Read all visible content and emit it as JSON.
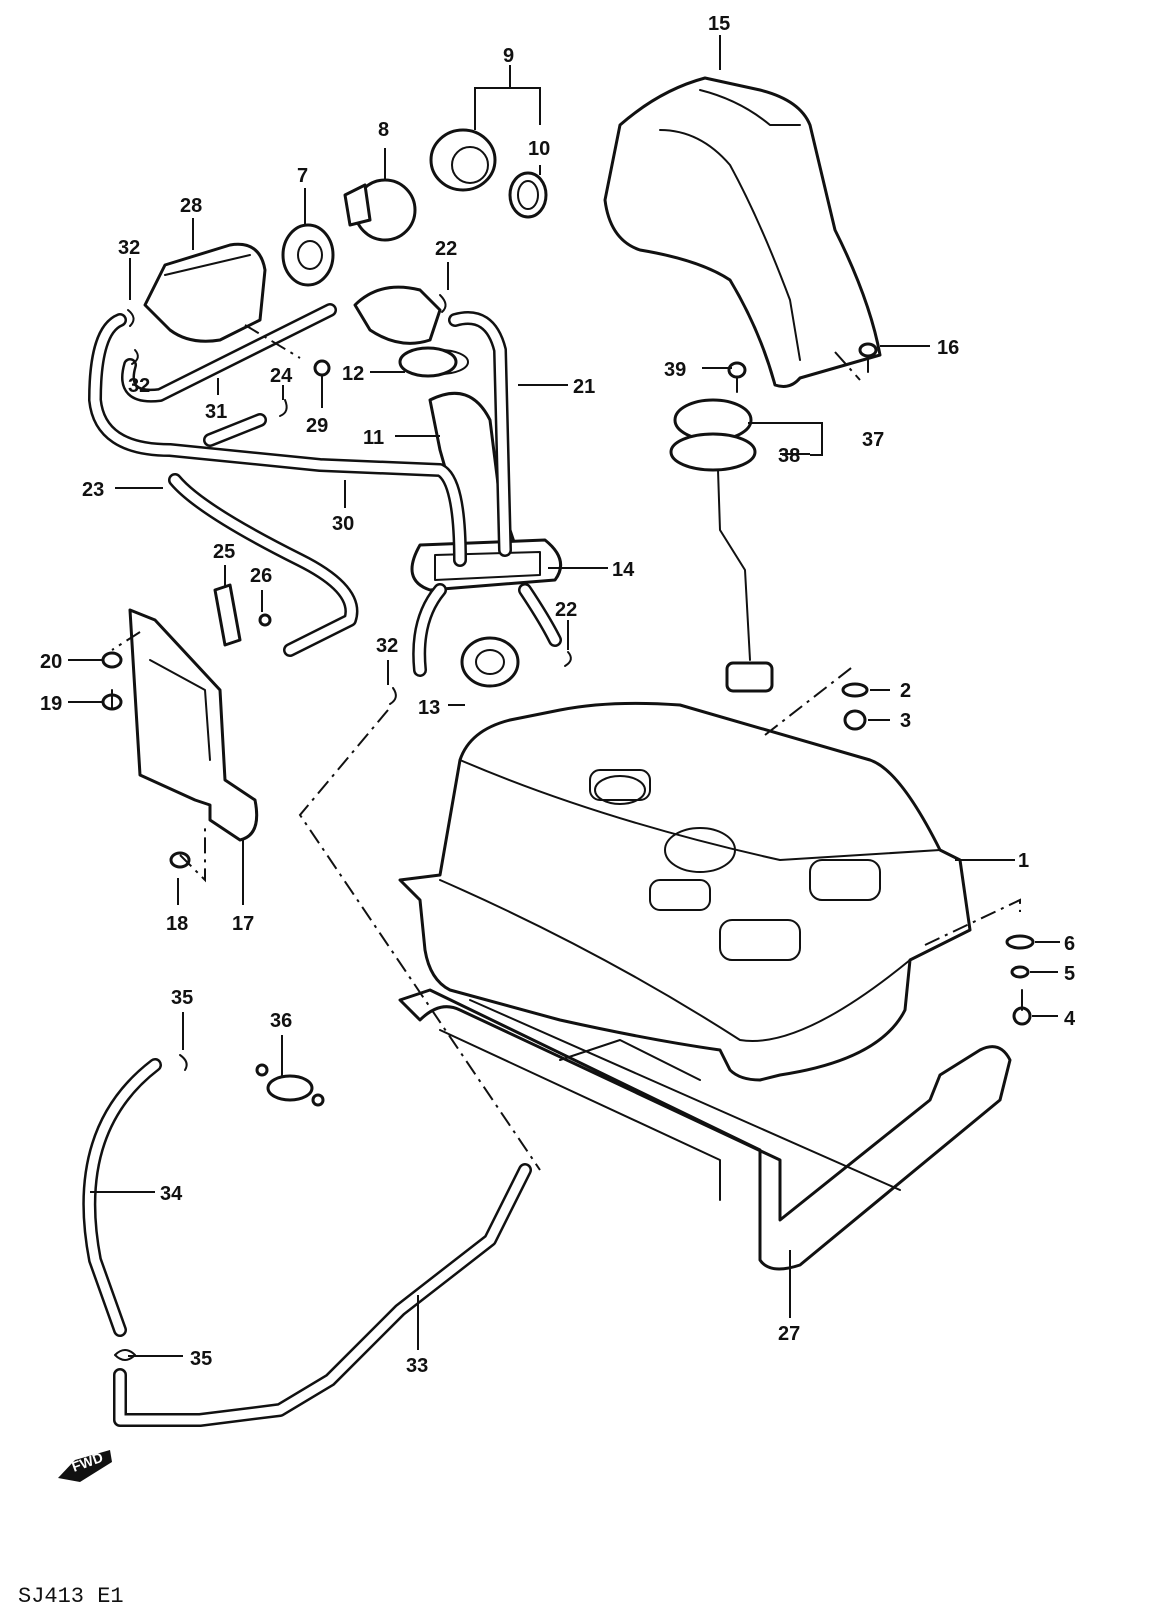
{
  "callouts": [
    "1",
    "2",
    "3",
    "4",
    "5",
    "6",
    "7",
    "8",
    "9",
    "10",
    "11",
    "12",
    "13",
    "14",
    "15",
    "16",
    "17",
    "18",
    "19",
    "20",
    "21",
    "22",
    "22",
    "23",
    "24",
    "25",
    "26",
    "27",
    "28",
    "29",
    "30",
    "31",
    "32",
    "32",
    "32",
    "33",
    "34",
    "35",
    "35",
    "36",
    "37",
    "38",
    "39"
  ],
  "direction_badge": "FWD",
  "diagram_code": "SJ413 E1"
}
